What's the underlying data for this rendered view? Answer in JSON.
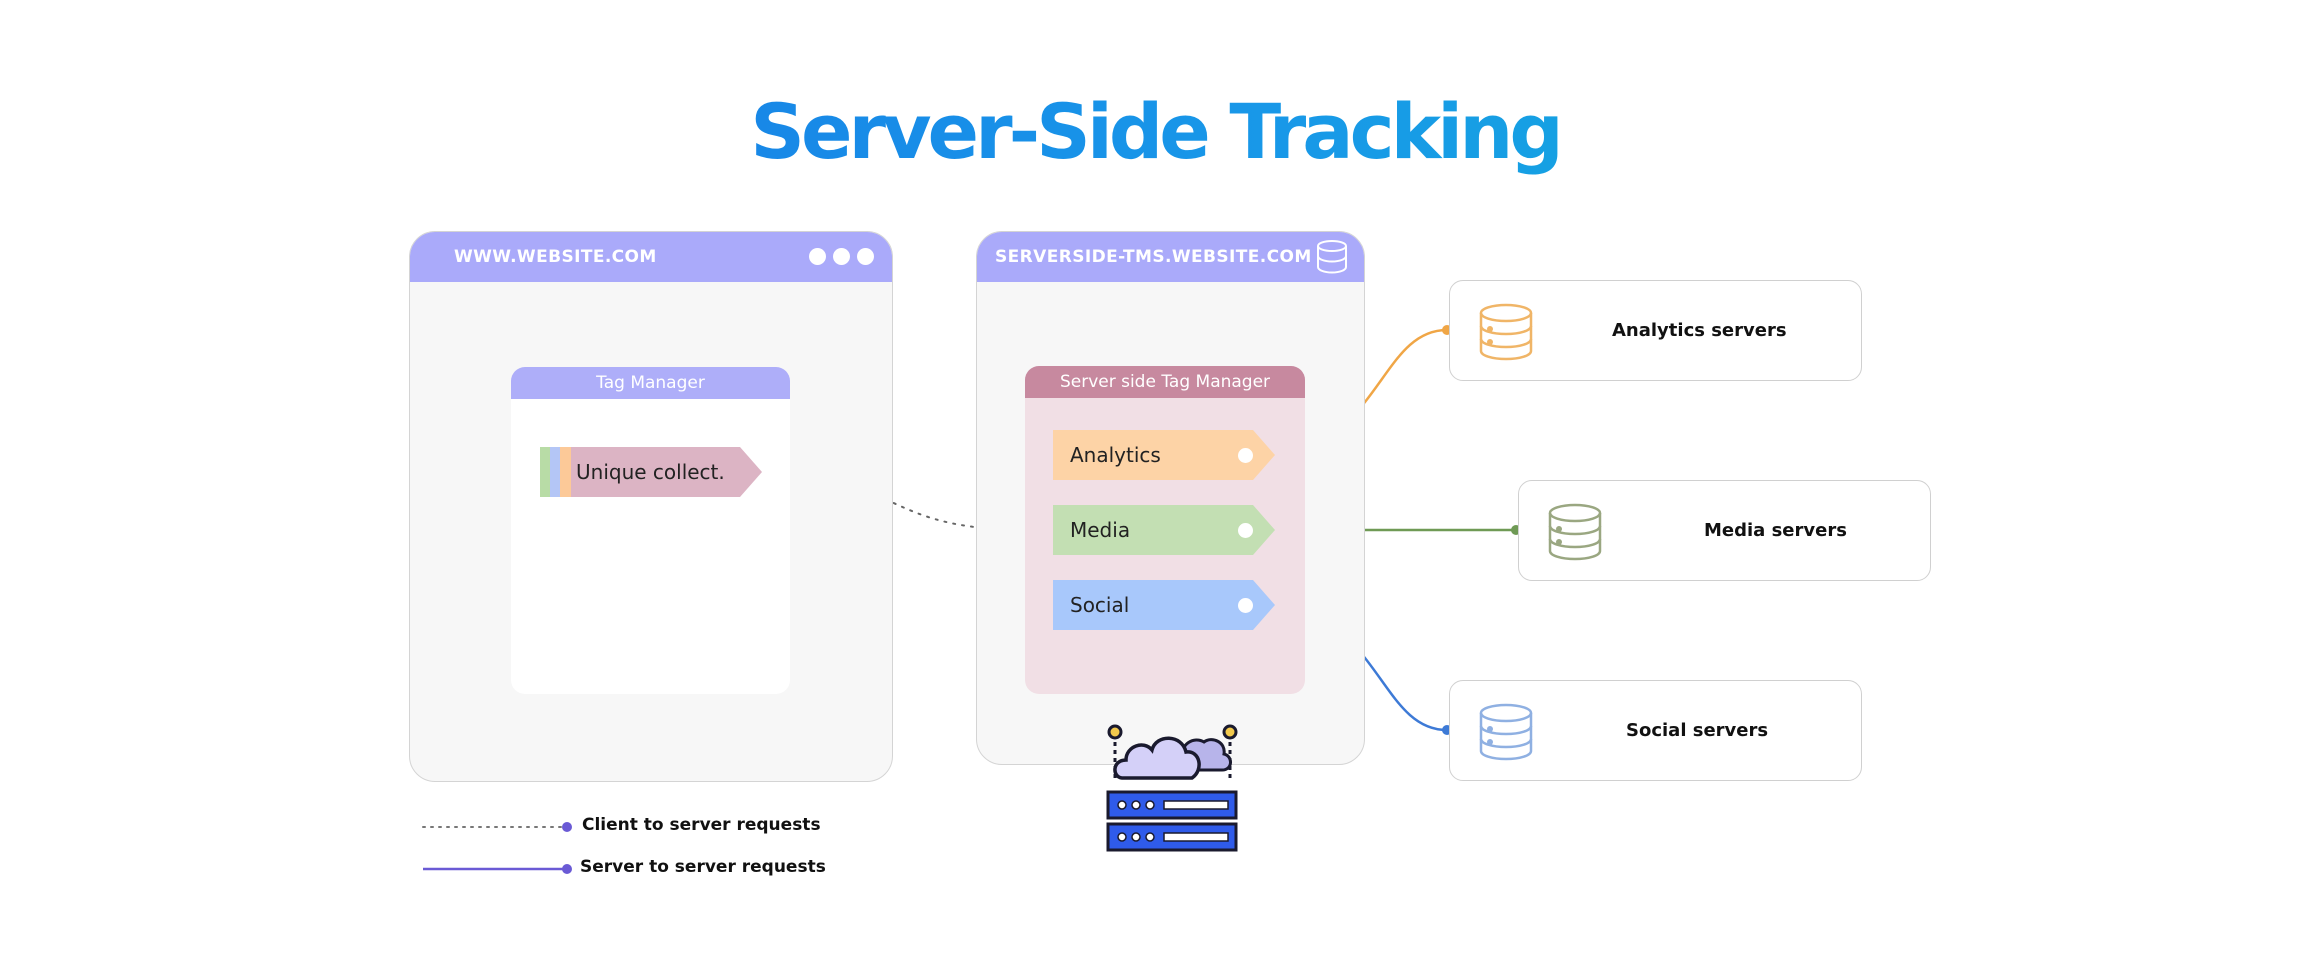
{
  "title": "Server-Side Tracking",
  "client_window": {
    "url": "WWW.WEBSITE.COM",
    "panel_title": "Tag Manager",
    "tag_label": "Unique collect."
  },
  "server_window": {
    "url": "SERVERSIDE-TMS.WEBSITE.COM",
    "panel_title": "Server side Tag Manager",
    "tags": [
      {
        "label": "Analytics",
        "color": "#fdd3a6"
      },
      {
        "label": "Media",
        "color": "#c3dfb3"
      },
      {
        "label": "Social",
        "color": "#a8c8fb"
      }
    ]
  },
  "destinations": [
    {
      "label": "Analytics servers",
      "color": "#f0b567",
      "line_color": "#f0a646"
    },
    {
      "label": "Media servers",
      "color": "#9aa781",
      "line_color": "#6f9a55"
    },
    {
      "label": "Social servers",
      "color": "#8fb0e2",
      "line_color": "#3d7ad6"
    }
  ],
  "legend": {
    "client": "Client to server requests",
    "server": "Server to server requests"
  },
  "icons": {
    "window_dots": "more-dots-icon",
    "database": "database-icon",
    "cloud_server": "cloud-server-icon"
  },
  "colors": {
    "window_bar": "#aaaafa",
    "tag_manager_head": "#aeaef9",
    "server_tag_manager_head": "#c7899f",
    "server_tag_manager_body": "#f1dfe5",
    "legend_dot": "#6a5ad5"
  }
}
